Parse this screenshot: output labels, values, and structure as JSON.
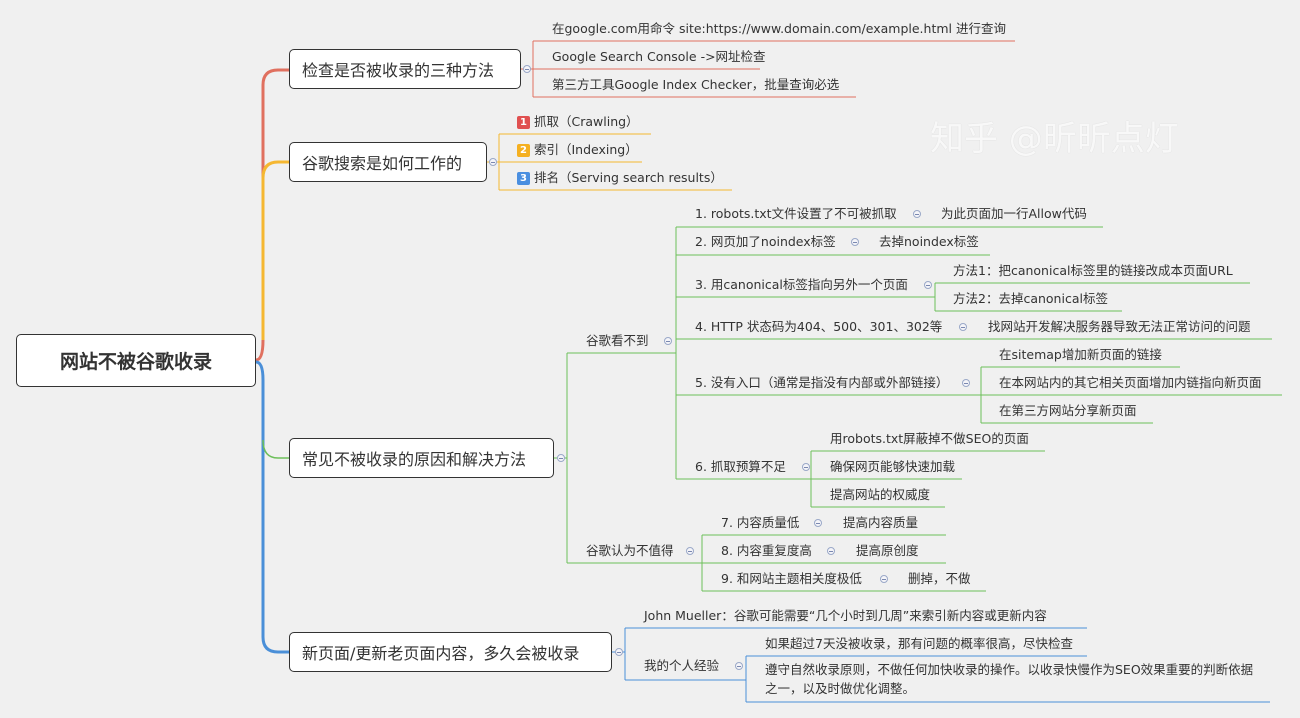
{
  "colors": {
    "red": "#e0705f",
    "orange": "#f5b731",
    "green": "#6dbf5a",
    "blue": "#4a8fd8",
    "badge1": "#e05050",
    "badge2": "#f5b020",
    "badge3": "#4a8fe0"
  },
  "root": "网站不被谷歌收录",
  "branch1": {
    "title": "检查是否被收录的三种方法",
    "items": [
      "在google.com用命令 site:https://www.domain.com/example.html 进行查询",
      "Google Search Console ->网址检查",
      "第三方工具Google Index Checker，批量查询必选"
    ]
  },
  "branch2": {
    "title": "谷歌搜索是如何工作的",
    "items": [
      {
        "badge": "1",
        "label": "抓取（Crawling）"
      },
      {
        "badge": "2",
        "label": "索引（Indexing）"
      },
      {
        "badge": "3",
        "label": "排名（Serving search results）"
      }
    ]
  },
  "branch3": {
    "title": "常见不被收录的原因和解决方法",
    "invisible": {
      "label": "谷歌看不到",
      "items": [
        {
          "label": "1. robots.txt文件设置了不可被抓取",
          "children": [
            "为此页面加一行Allow代码"
          ]
        },
        {
          "label": "2. 网页加了noindex标签",
          "children": [
            "去掉noindex标签"
          ]
        },
        {
          "label": "3. 用canonical标签指向另外一个页面",
          "children": [
            "方法1：把canonical标签里的链接改成本页面URL",
            "方法2：去掉canonical标签"
          ]
        },
        {
          "label": "4. HTTP 状态码为404、500、301、302等",
          "children": [
            "找网站开发解决服务器导致无法正常访问的问题"
          ]
        },
        {
          "label": "5. 没有入口（通常是指没有内部或外部链接）",
          "children": [
            "在sitemap增加新页面的链接",
            "在本网站内的其它相关页面增加内链指向新页面",
            "在第三方网站分享新页面"
          ]
        },
        {
          "label": "6. 抓取预算不足",
          "children": [
            "用robots.txt屏蔽掉不做SEO的页面",
            "确保网页能够快速加载",
            "提高网站的权威度"
          ]
        }
      ]
    },
    "unworthy": {
      "label": "谷歌认为不值得",
      "items": [
        {
          "label": "7. 内容质量低",
          "children": [
            "提高内容质量"
          ]
        },
        {
          "label": "8. 内容重复度高",
          "children": [
            "提高原创度"
          ]
        },
        {
          "label": "9. 和网站主题相关度极低",
          "children": [
            "删掉，不做"
          ]
        }
      ]
    }
  },
  "branch4": {
    "title": "新页面/更新老页面内容，多久会被收录",
    "quote": "John Mueller：谷歌可能需要“几个小时到几周”来索引新内容或更新内容",
    "experience": {
      "label": "我的个人经验",
      "items": [
        "如果超过7天没被收录，那有问题的概率很高，尽快检查",
        "遵守自然收录原则，不做任何加快收录的操作。以收录快慢作为SEO效果重要的判断依据",
        "之一，以及时做优化调整。"
      ]
    }
  },
  "watermark": "知乎 @昕昕点灯"
}
